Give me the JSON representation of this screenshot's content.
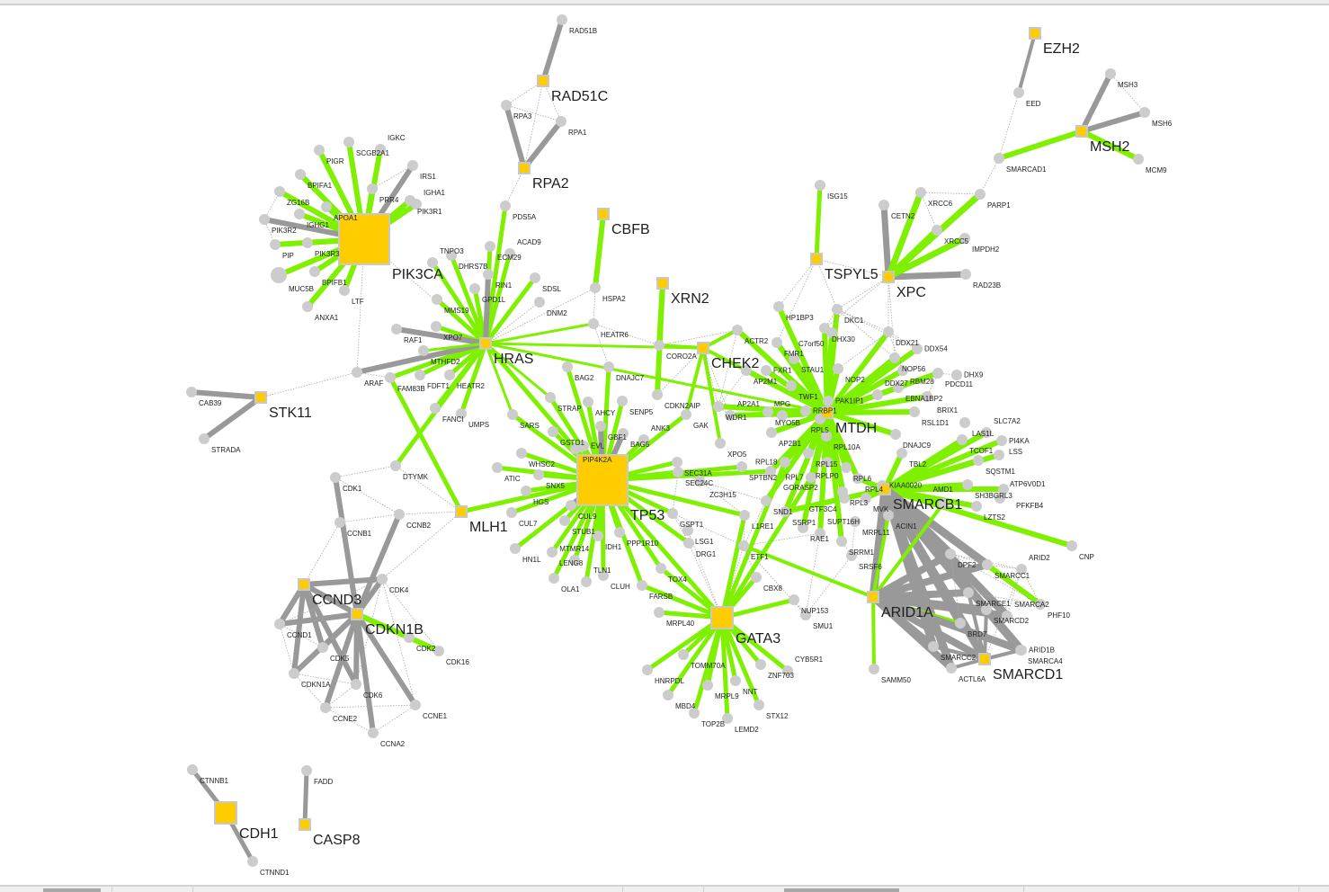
{
  "app": {
    "view": "network-canvas",
    "colors": {
      "background": "#ffffff",
      "hub_fill": "#ffcc00",
      "hub_border": "#c8c8c8",
      "node_fill": "#cccccc",
      "edge_green": "#7ff000",
      "edge_gray": "#999999",
      "edge_dotted": "#aaaaaa"
    }
  },
  "network": {
    "hubs": [
      {
        "id": "PIK3CA",
        "label": "PIK3CA",
        "size": "large"
      },
      {
        "id": "HRAS",
        "label": "HRAS",
        "size": "small"
      },
      {
        "id": "TP53",
        "label": "TP53",
        "size": "large"
      },
      {
        "id": "MTDH",
        "label": "MTDH",
        "size": "small"
      },
      {
        "id": "SMARCB1",
        "label": "SMARCB1",
        "size": "small"
      },
      {
        "id": "ARID1A",
        "label": "ARID1A",
        "size": "small"
      },
      {
        "id": "SMARCD1",
        "label": "SMARCD1",
        "size": "small"
      },
      {
        "id": "GATA3",
        "label": "GATA3",
        "size": "medium"
      },
      {
        "id": "CHEK2",
        "label": "CHEK2",
        "size": "small"
      },
      {
        "id": "XRN2",
        "label": "XRN2",
        "size": "small"
      },
      {
        "id": "CBFB",
        "label": "CBFB",
        "size": "small"
      },
      {
        "id": "RAD51C",
        "label": "RAD51C",
        "size": "small"
      },
      {
        "id": "RPA2",
        "label": "RPA2",
        "size": "small"
      },
      {
        "id": "EZH2",
        "label": "EZH2",
        "size": "small"
      },
      {
        "id": "MSH2",
        "label": "MSH2",
        "size": "small"
      },
      {
        "id": "TSPYL5",
        "label": "TSPYL5",
        "size": "small"
      },
      {
        "id": "XPC",
        "label": "XPC",
        "size": "small"
      },
      {
        "id": "STK11",
        "label": "STK11",
        "size": "small"
      },
      {
        "id": "MLH1",
        "label": "MLH1",
        "size": "small"
      },
      {
        "id": "CCND3",
        "label": "CCND3",
        "size": "small"
      },
      {
        "id": "CDKN1B",
        "label": "CDKN1B",
        "size": "small"
      },
      {
        "id": "CDH1",
        "label": "CDH1",
        "size": "medium"
      },
      {
        "id": "CASP8",
        "label": "CASP8",
        "size": "small"
      }
    ],
    "nodes": [
      "RAD51B",
      "RPA3",
      "RPA1",
      "PDS5A",
      "EED",
      "MSH3",
      "MSH6",
      "MCM9",
      "SMARCAD1",
      "PARP1",
      "ISG15",
      "CETN2",
      "XRCC6",
      "XRCC5",
      "IMPDH2",
      "RAD23B",
      "PIGR",
      "SCGB2A1",
      "IGKC",
      "IRS1",
      "BPIFA1",
      "PRR4",
      "PIK3R1",
      "IGHA1",
      "ZG16B",
      "APOA1",
      "IGHG1",
      "PIK3R2",
      "PIP",
      "PIK3R3",
      "MUC5B",
      "BPIFB1",
      "LTF",
      "ANXA1",
      "ECM29",
      "ACAD9",
      "DHRS7B",
      "TNPO3",
      "RIN1",
      "SDSL",
      "GPD1L",
      "DNM2",
      "MMS19",
      "XPO7",
      "RAF1",
      "MTHFD2",
      "ARAF",
      "FDFT1",
      "FAM83B",
      "HEATR2",
      "FANCI",
      "UMPS",
      "CAB39",
      "STRADA",
      "HSPA2",
      "HEATR6",
      "DTYMK",
      "BAG2",
      "DNAJC7",
      "CDKN2AIP",
      "CORO2A",
      "STRAP",
      "AHCY",
      "SENP5",
      "SARS",
      "GBF1",
      "BAG5",
      "GSTO1",
      "ANK3",
      "GAK",
      "SEC31A",
      "XPO5",
      "PIP4K2A",
      "EVL",
      "WHSC2",
      "ATIC",
      "SNX5",
      "SEC24C",
      "ZC3H15",
      "SPTBN2",
      "HGS",
      "CUL9",
      "CUL7",
      "STUB1",
      "GSPT1",
      "HN1L",
      "LENG8",
      "IDH1",
      "PPP1R10",
      "DRG1",
      "LSG1",
      "MTMR14",
      "CLUH",
      "TOX4",
      "OLA1",
      "TLN1",
      "FARSB",
      "ACTR2",
      "AP2M1",
      "WDR1",
      "AP2A1",
      "AP2B1",
      "HP1BP3",
      "FMR1",
      "STAU1",
      "FXR1",
      "TWF1",
      "MYO5B",
      "MPG",
      "RRBP1",
      "RPL5",
      "DKC1",
      "DHX30",
      "DDX21",
      "C7orf50",
      "NOP56",
      "DDX54",
      "RBM28",
      "NOP2",
      "PDCD11",
      "EBNA1BP2",
      "DHX9",
      "DDX27",
      "BRIX1",
      "PAK1IP1",
      "RSL1D1",
      "LAS1L",
      "RPL10A",
      "DNAJC9",
      "TCOF1",
      "RPL15",
      "RPL6",
      "RPL18",
      "RPLP0",
      "RPL4",
      "KIAA0020",
      "TBL2",
      "GORASP2",
      "RPL7",
      "RPL3",
      "SND1",
      "MVK",
      "SSRP1",
      "GTF3C4",
      "ACIN1",
      "L1RE1",
      "RAE1",
      "MRPL11",
      "SUPT16H",
      "SRRM1",
      "ETF1",
      "SRSF6",
      "CBX8",
      "NUP153",
      "SMU1",
      "SLC7A2",
      "LSS",
      "SQSTM1",
      "PI4KA",
      "SH3BGRL3",
      "PFKFB4",
      "ATP6V0D1",
      "AMD1",
      "LZTS2",
      "CNP",
      "DPF2",
      "SMARCC1",
      "ARID2",
      "SMARCE1",
      "SMARCD2",
      "PHF10",
      "BRD7",
      "SMARCA2",
      "SMARCA4",
      "SMARCC2",
      "ARID1B",
      "ACTL6A",
      "SAMM50",
      "MRPL40",
      "HNRPDL",
      "TOMM70A",
      "ZNF703",
      "CYB5R1",
      "MBD4",
      "MRPL9",
      "NNT",
      "STX12",
      "TOP2B",
      "LEMD2",
      "CDK1",
      "CCNB2",
      "CCNB1",
      "CDK4",
      "CCND1",
      "CDK2",
      "CDK16",
      "CDK5",
      "CDKN1A",
      "CDK6",
      "CCNE2",
      "CCNE1",
      "CCNA2",
      "CTNNB1",
      "CTNND1",
      "FADD"
    ]
  }
}
